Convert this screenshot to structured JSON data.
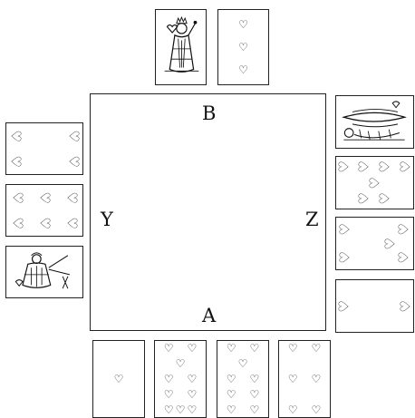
{
  "seats": {
    "north": "B",
    "south": "A",
    "west": "Y",
    "east": "Z"
  },
  "suit_icon": "heart-icon",
  "hands": {
    "north": [
      {
        "rank": "queen",
        "court": true
      },
      {
        "rank": 3,
        "court": false
      }
    ],
    "south": [
      {
        "rank": 1,
        "court": false
      },
      {
        "rank": 10,
        "court": false
      },
      {
        "rank": 9,
        "court": false
      },
      {
        "rank": 6,
        "court": false
      }
    ],
    "west": [
      {
        "rank": 4,
        "court": false
      },
      {
        "rank": 6,
        "court": false
      },
      {
        "rank": "knave",
        "court": true
      }
    ],
    "east": [
      {
        "rank": "king",
        "court": true
      },
      {
        "rank": 7,
        "court": false
      },
      {
        "rank": 5,
        "court": false
      },
      {
        "rank": 2,
        "court": false
      }
    ]
  }
}
